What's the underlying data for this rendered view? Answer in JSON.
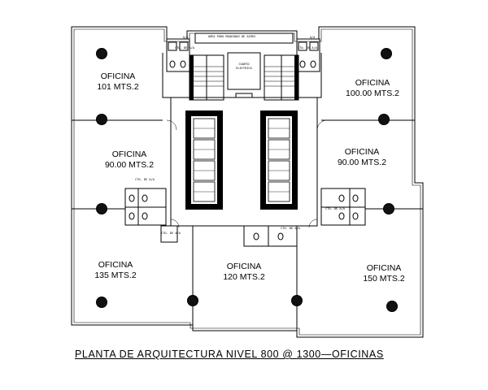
{
  "title": "PLANTA DE ARQUITECTURA NIVEL 800 @ 1300—OFICINAS",
  "offices": [
    {
      "name": "OFICINA",
      "area": "101 MTS.2"
    },
    {
      "name": "OFICINA",
      "area": "100.00 MTS.2"
    },
    {
      "name": "OFICINA",
      "area": "90.00 MTS.2"
    },
    {
      "name": "OFICINA",
      "area": "90.00 MTS.2"
    },
    {
      "name": "OFICINA",
      "area": "135 MTS.2"
    },
    {
      "name": "OFICINA",
      "area": "120 MTS.2"
    },
    {
      "name": "OFICINA",
      "area": "150 MTS.2"
    }
  ],
  "small_labels": {
    "shaft": "AREA PARA MAQUINAS DE AIRES",
    "electrical": "CUARTO",
    "electrical2": "ELECTRICO",
    "aa": "A/A",
    "cto": "CTO. DE A/A",
    "size": "0.600"
  },
  "colors": {
    "line": "#000000",
    "background": "#ffffff"
  }
}
